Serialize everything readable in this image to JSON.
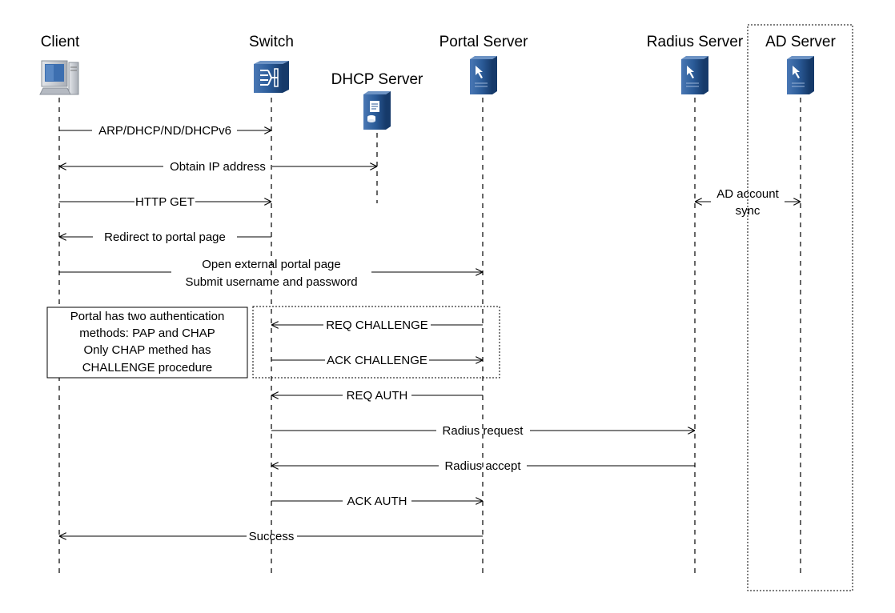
{
  "participants": {
    "client": "Client",
    "switch": "Switch",
    "dhcp": "DHCP Server",
    "portal": "Portal Server",
    "radius": "Radius Server",
    "ad": "AD Server"
  },
  "messages": {
    "arp_dhcp": "ARP/DHCP/ND/DHCPv6",
    "obtain_ip": "Obtain IP address",
    "http_get": "HTTP GET",
    "redirect": "Redirect to portal page",
    "open_portal_line1": "Open external portal page",
    "open_portal_line2": "Submit username and password",
    "req_challenge": "REQ CHALLENGE",
    "ack_challenge": "ACK CHALLENGE",
    "req_auth": "REQ AUTH",
    "radius_request": "Radius request",
    "radius_accept": "Radius accept",
    "ack_auth": "ACK AUTH",
    "success": "Success",
    "ad_sync_line1": "AD account",
    "ad_sync_line2": "sync"
  },
  "note": {
    "line1": "Portal has two authentication",
    "line2": "methods: PAP and CHAP",
    "line3": "Only CHAP methed has",
    "line4": "CHALLENGE procedure"
  },
  "icons": {
    "client": "pc-icon",
    "switch": "switch-icon",
    "dhcp": "dhcp-server-icon",
    "portal": "portal-server-icon",
    "radius": "radius-server-icon",
    "ad": "ad-server-icon"
  },
  "colors": {
    "server_blue": "#1f4e86",
    "server_light": "#4a78b5",
    "pc_body": "#c9ccd1",
    "pc_screen": "#3d6fb0"
  }
}
